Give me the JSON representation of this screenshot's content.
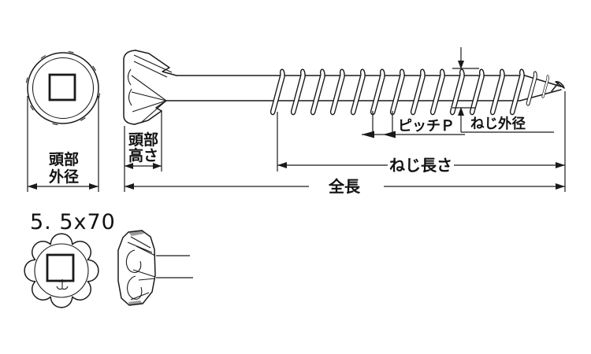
{
  "size_label": "5. 5x70",
  "dimension_labels": {
    "head_outer_diameter_line1": "頭部",
    "head_outer_diameter_line2": "外径",
    "head_height_line1": "頭部",
    "head_height_line2": "高さ",
    "pitch": "ピッチＰ",
    "thread_outer_diameter": "ねじ外径",
    "thread_length": "ねじ長さ",
    "total_length": "全長"
  },
  "colors": {
    "line": "#1a1a1a",
    "background": "#ffffff",
    "shading": "#9a9a9a"
  }
}
